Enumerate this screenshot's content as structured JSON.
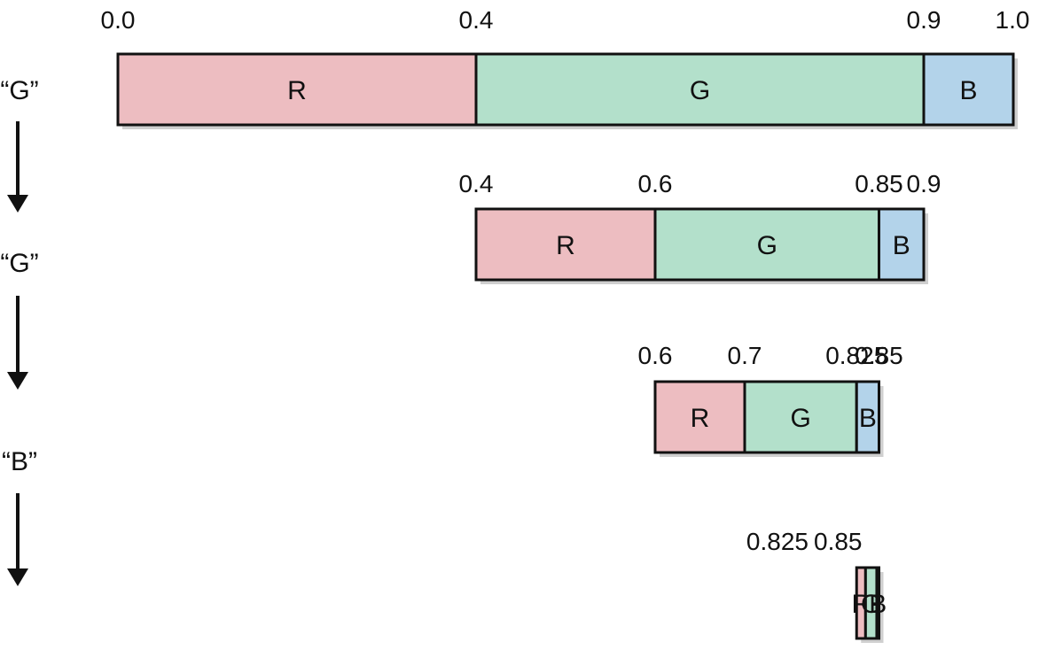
{
  "rows": [
    {
      "symbol": "“G”",
      "ticks": [
        "0.0",
        "0.4",
        "0.9",
        "1.0"
      ],
      "segments": [
        {
          "label": "R",
          "low": 0.0,
          "high": 0.4,
          "color": "#edbdc1"
        },
        {
          "label": "G",
          "low": 0.4,
          "high": 0.9,
          "color": "#b3e0cb"
        },
        {
          "label": "B",
          "low": 0.9,
          "high": 1.0,
          "color": "#b3d3ea"
        }
      ]
    },
    {
      "symbol": "“G”",
      "ticks": [
        "0.4",
        "0.6",
        "0.85",
        "0.9"
      ],
      "segments": [
        {
          "label": "R",
          "low": 0.4,
          "high": 0.6,
          "color": "#edbdc1"
        },
        {
          "label": "G",
          "low": 0.6,
          "high": 0.85,
          "color": "#b3e0cb"
        },
        {
          "label": "B",
          "low": 0.85,
          "high": 0.9,
          "color": "#b3d3ea"
        }
      ]
    },
    {
      "symbol": "“B”",
      "ticks": [
        "0.6",
        "0.7",
        "0.825",
        "0.85"
      ],
      "segments": [
        {
          "label": "R",
          "low": 0.6,
          "high": 0.7,
          "color": "#edbdc1"
        },
        {
          "label": "G",
          "low": 0.7,
          "high": 0.825,
          "color": "#b3e0cb"
        },
        {
          "label": "B",
          "low": 0.825,
          "high": 0.85,
          "color": "#b3d3ea"
        }
      ]
    },
    {
      "symbol": "",
      "ticks": [
        "0.825",
        "0.85"
      ],
      "segments": [
        {
          "label": "R",
          "low": 0.825,
          "high": 0.835,
          "color": "#edbdc1"
        },
        {
          "label": "G",
          "low": 0.835,
          "high": 0.8475,
          "color": "#b3e0cb"
        },
        {
          "label": "B",
          "low": 0.8475,
          "high": 0.85,
          "color": "#b3d3ea"
        }
      ]
    }
  ],
  "colors": {
    "outline": "#111111",
    "shadow": "#cfcfcf"
  }
}
